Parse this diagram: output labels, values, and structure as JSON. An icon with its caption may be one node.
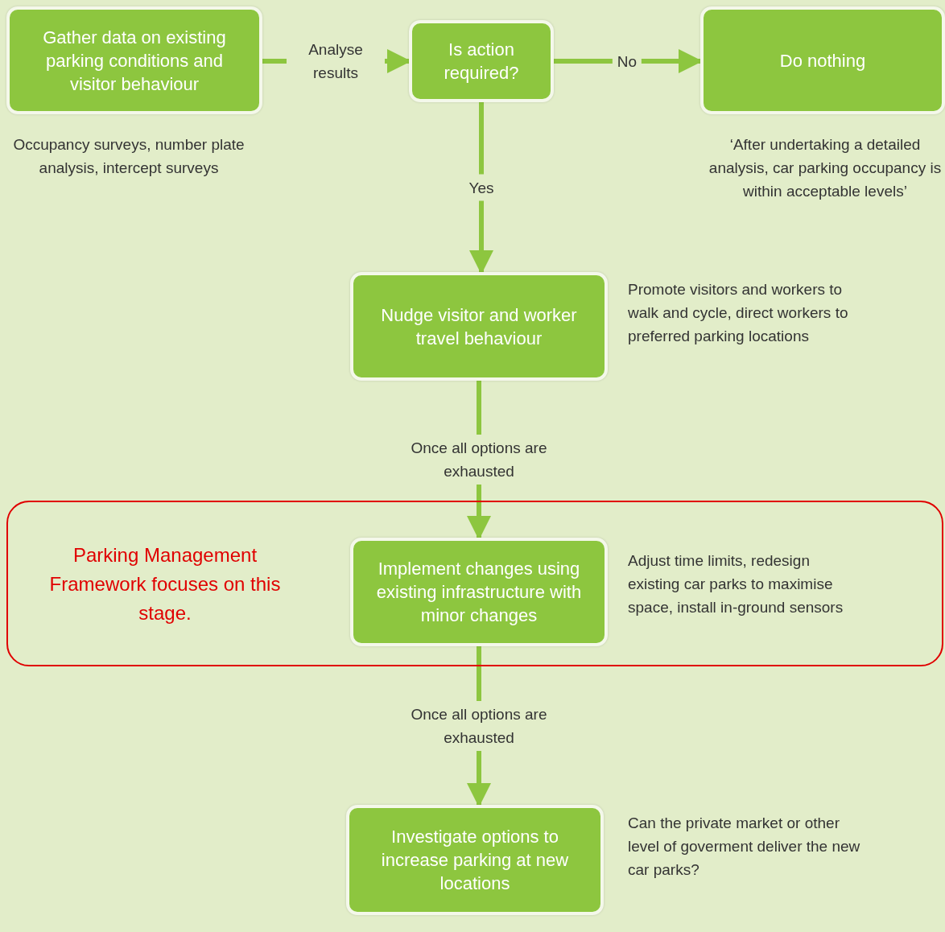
{
  "diagram": {
    "nodes": [
      {
        "text": [
          "Gather data on existing parking conditions and visitor behaviour"
        ],
        "beside": [
          "Occupancy surveys, number plate analysis, intercept surveys"
        ]
      },
      {
        "text": [
          "Is action required?"
        ]
      },
      {
        "text": [
          "Do nothing"
        ],
        "beside": [
          "‘After undertaking a detailed analysis, car parking occupancy is within acceptable levels’"
        ]
      },
      {
        "text": [
          "Nudge visitor and worker travel behaviour"
        ],
        "beside": [
          "Promote visitors and workers to walk and cycle, direct workers to preferred parking locations"
        ]
      },
      {
        "text": [
          "Parking Management Framework focuses on this stage."
        ]
      },
      {
        "text": [
          "Implement changes using existing infrastructure with minor changes"
        ],
        "in": 4,
        "beside": [
          "Adjust time limits, redesign existing car parks to maximise space, install in-ground sensors"
        ]
      },
      {
        "text": [
          "Investigate options to increase parking at new locations"
        ],
        "beside": [
          "Can the private market or other level of goverment deliver the new car parks?"
        ]
      }
    ],
    "edges": [
      {
        "from": 0,
        "to": 1,
        "arrow": "to",
        "label": "Analyse results"
      },
      {
        "from": 1,
        "to": 2,
        "arrow": "to",
        "label": "No"
      },
      {
        "from": 1,
        "to": 3,
        "arrow": "to",
        "label": "Yes"
      },
      {
        "from": 3,
        "to": 5,
        "arrow": "to",
        "label": "Once all options are exhausted"
      },
      {
        "from": 5,
        "to": 6,
        "arrow": "to",
        "label": "Once all options are exhausted"
      }
    ]
  }
}
